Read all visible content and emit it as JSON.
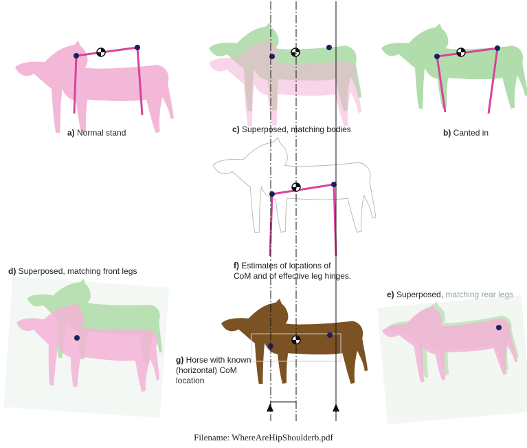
{
  "captions": {
    "a": {
      "letter": "a)",
      "text": "Normal stand"
    },
    "b": {
      "letter": "b)",
      "text": "Canted in"
    },
    "c": {
      "letter": "c)",
      "text": "Superposed, matching bodies"
    },
    "d": {
      "letter": "d)",
      "text": "Superposed, matching front legs"
    },
    "e": {
      "letter": "e)",
      "text": "Superposed,",
      "faded": "matching rear legs"
    },
    "f": {
      "letter": "f)",
      "line1": "Estimates of locations of",
      "line2": "CoM and of effective leg hinges."
    },
    "g": {
      "letter": "g)",
      "line1": "Horse with known",
      "line2": "(horizontal) CoM",
      "line3": "location"
    }
  },
  "footer": "Filename:  WhereAreHipShoulderb.pdf",
  "colors": {
    "pink_horse": "#f2b3d6",
    "green_horse": "#a9d9a3",
    "brown_horse": "#7a5224",
    "leg_line": "#d9439a",
    "hinge_dot": "#1d1f5e"
  }
}
